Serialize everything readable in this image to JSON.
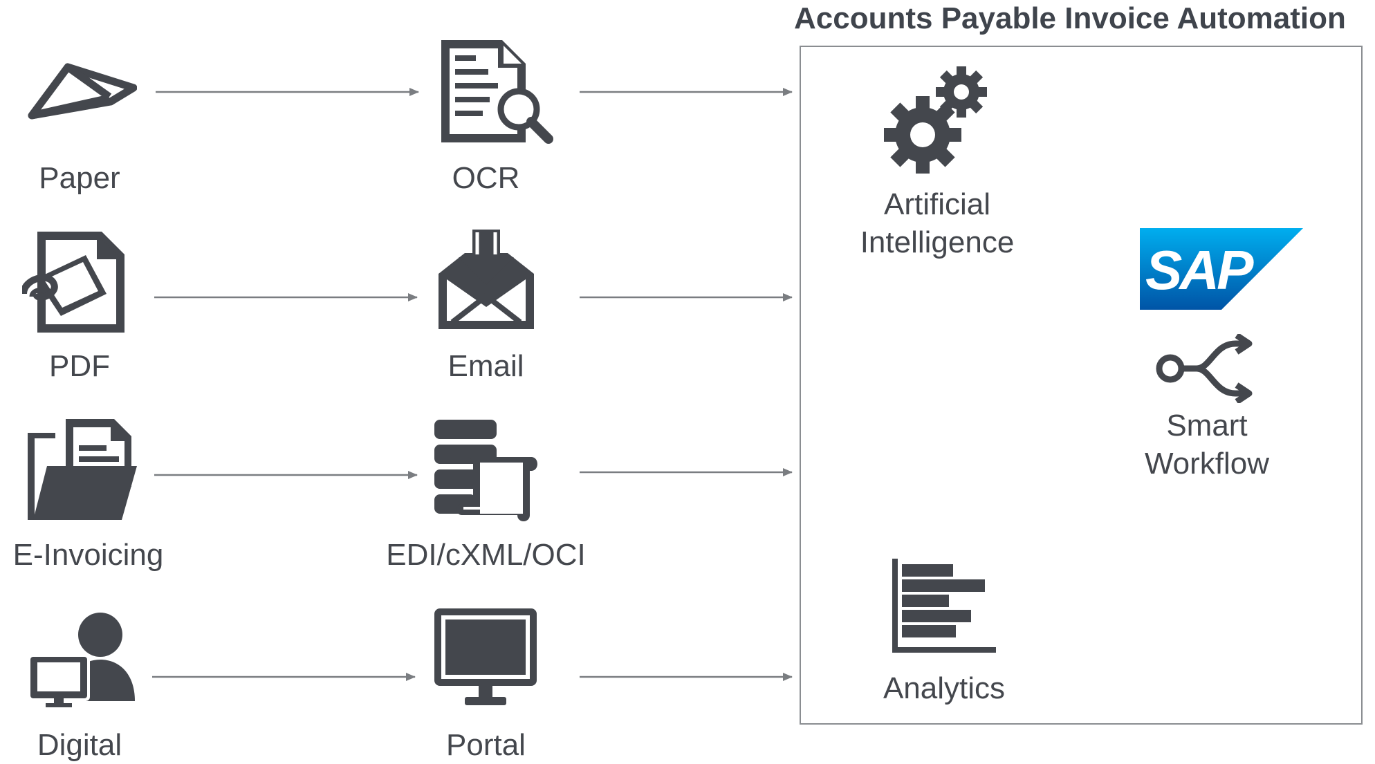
{
  "title": "Accounts Payable Invoice Automation",
  "sources": [
    {
      "label": "Paper"
    },
    {
      "label": "PDF"
    },
    {
      "label": "E-Invoicing"
    },
    {
      "label": "Digital"
    }
  ],
  "channels": [
    {
      "label": "OCR"
    },
    {
      "label": "Email"
    },
    {
      "label": "EDI/cXML/OCI"
    },
    {
      "label": "Portal"
    }
  ],
  "platform": {
    "ai_label_line1": "Artificial",
    "ai_label_line2": "Intelligence",
    "sap_logo_text": "SAP",
    "workflow_label_line1": "Smart",
    "workflow_label_line2": "Workflow",
    "analytics_label": "Analytics"
  },
  "colors": {
    "icon": "#44474d",
    "arrow": "#7a7d81",
    "sap_blue_top": "#00aeef",
    "sap_blue_bottom": "#0054a6"
  }
}
